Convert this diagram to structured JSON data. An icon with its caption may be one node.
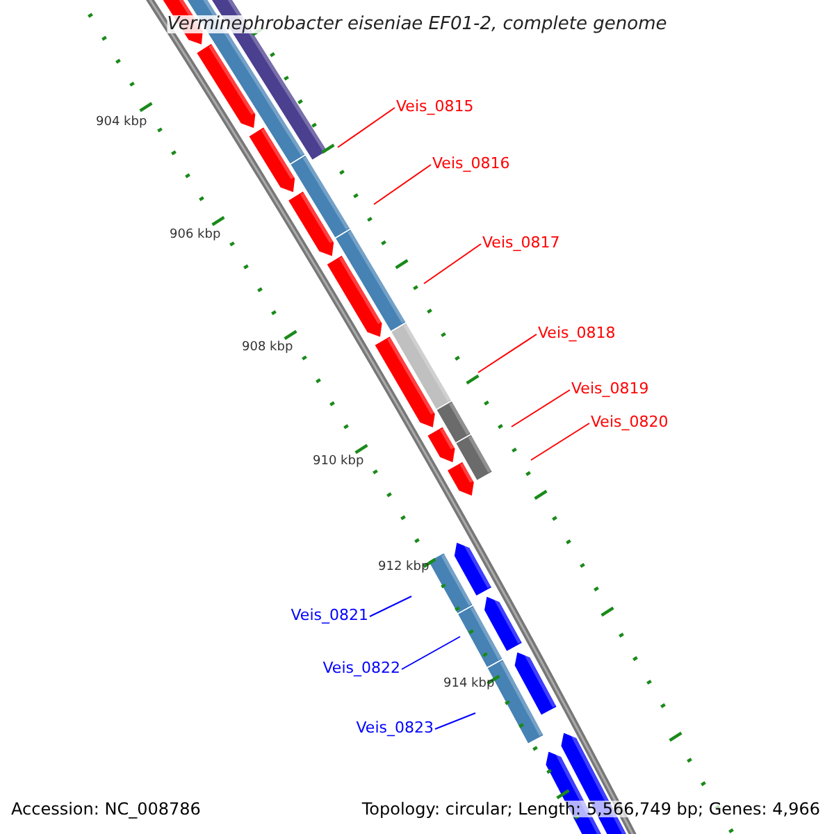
{
  "diagram": {
    "title": "Verminephrobacter eiseniae EF01-2, complete genome",
    "nodes": [
      {
        "text": [
          "Veis_0815"
        ]
      },
      {
        "text": [
          "Veis_0816"
        ]
      },
      {
        "text": [
          "Veis_0817"
        ]
      },
      {
        "text": [
          "Veis_0818"
        ]
      },
      {
        "text": [
          "Veis_0819"
        ]
      },
      {
        "text": [
          "Veis_0820"
        ]
      },
      {
        "text": [
          "Veis_0821"
        ]
      },
      {
        "text": [
          "Veis_0822"
        ]
      },
      {
        "text": [
          "Veis_0823"
        ]
      }
    ],
    "edges": [
      {
        "from": 0,
        "to": null,
        "arrow": "none"
      },
      {
        "from": 1,
        "to": null,
        "arrow": "none"
      },
      {
        "from": 2,
        "to": null,
        "arrow": "none"
      },
      {
        "from": 3,
        "to": null,
        "arrow": "none"
      },
      {
        "from": 4,
        "to": null,
        "arrow": "none"
      },
      {
        "from": 5,
        "to": null,
        "arrow": "none"
      },
      {
        "from": 6,
        "to": null,
        "arrow": "none",
        "color": "#0000ff"
      },
      {
        "from": 7,
        "to": null,
        "arrow": "none",
        "color": "#0000ff"
      },
      {
        "from": 8,
        "to": null,
        "arrow": "none",
        "color": "#0000ff"
      }
    ],
    "labels": [
      "904 kbp",
      "906 kbp",
      "908 kbp",
      "910 kbp",
      "912 kbp",
      "914 kbp",
      "Accession: NC_008786",
      "Topology: circular; Length: 5,566,749 bp; Genes: 4,966"
    ]
  }
}
